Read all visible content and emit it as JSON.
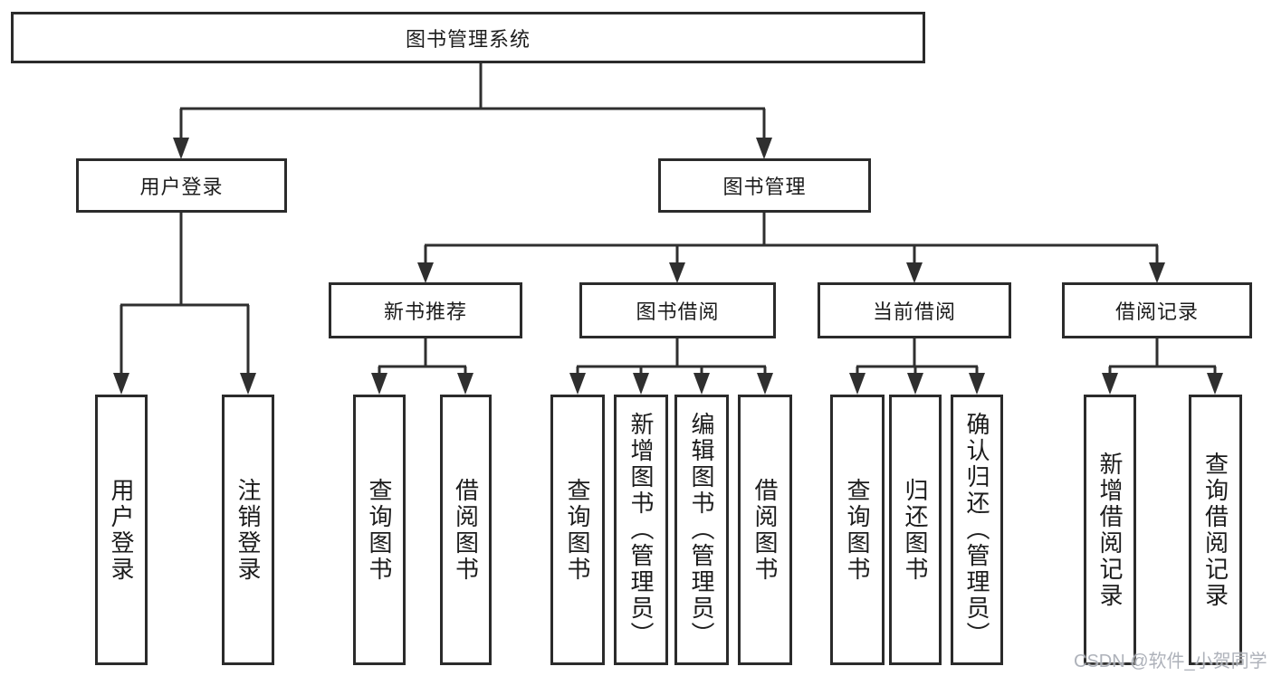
{
  "colors": {
    "background": "#ffffff",
    "line": "#2f2f2f",
    "box_border": "#2b2b2b",
    "text": "#1c1c1c",
    "watermark": "#a7abb4"
  },
  "watermark": "CSDN @软件_小贺同学",
  "tree": {
    "root": "图书管理系统",
    "branches": [
      {
        "label": "用户登录",
        "children": [
          "用户登录",
          "注销登录"
        ]
      },
      {
        "label": "图书管理",
        "sections": [
          {
            "label": "新书推荐",
            "children": [
              "查询图书",
              "借阅图书"
            ]
          },
          {
            "label": "图书借阅",
            "children": [
              "查询图书",
              "新增图书（管理员）",
              "编辑图书（管理员）",
              "借阅图书"
            ]
          },
          {
            "label": "当前借阅",
            "children": [
              "查询图书",
              "归还图书",
              "确认归还（管理员）"
            ]
          },
          {
            "label": "借阅记录",
            "children": [
              "新增借阅记录",
              "查询借阅记录"
            ]
          }
        ]
      }
    ]
  }
}
